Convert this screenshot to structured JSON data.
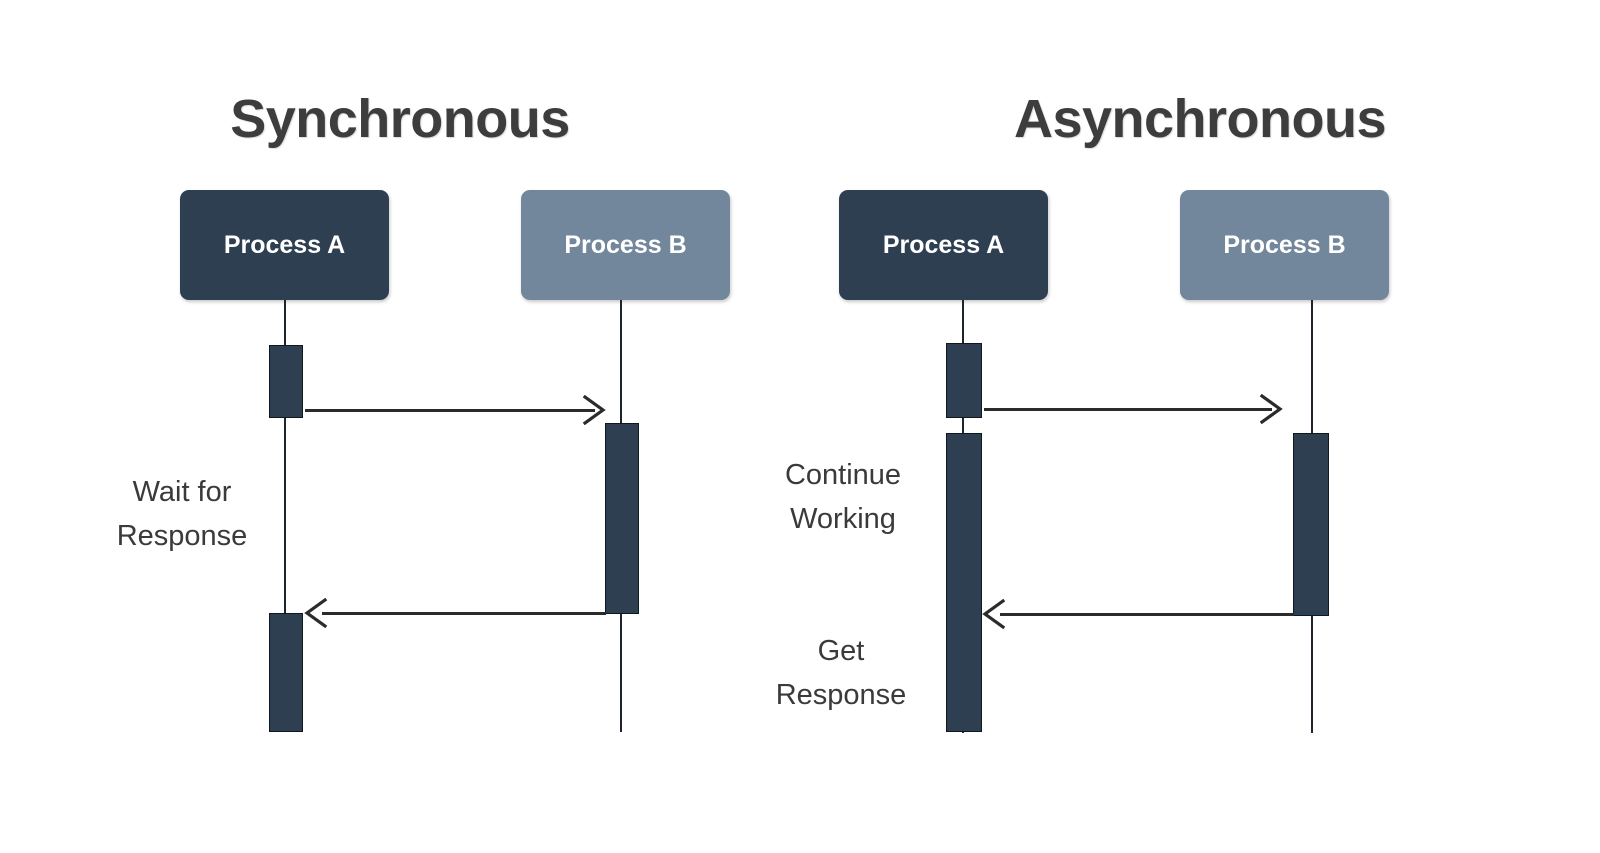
{
  "colors": {
    "background": "#ffffff",
    "title_text": "#3d3d3d",
    "actor_a_fill": "#2e3f52",
    "actor_b_fill": "#72879c",
    "actor_text": "#ffffff",
    "activation_fill": "#2e3f52",
    "activation_stroke": "#0f1720",
    "lifeline": "#1d2430",
    "arrow": "#2b2b2b",
    "note_text": "#3a3a3a"
  },
  "diagrams": [
    {
      "id": "synchronous",
      "title": "Synchronous",
      "actors": [
        {
          "id": "process-a",
          "label": "Process A",
          "variant": "dark"
        },
        {
          "id": "process-b",
          "label": "Process B",
          "variant": "light"
        }
      ],
      "notes": [
        {
          "id": "wait-for-response",
          "text": "Wait for\nResponse"
        }
      ],
      "messages": [
        {
          "id": "request",
          "from": "process-a",
          "to": "process-b",
          "direction": "right"
        },
        {
          "id": "response",
          "from": "process-b",
          "to": "process-a",
          "direction": "left"
        }
      ]
    },
    {
      "id": "asynchronous",
      "title": "Asynchronous",
      "actors": [
        {
          "id": "process-a",
          "label": "Process A",
          "variant": "dark"
        },
        {
          "id": "process-b",
          "label": "Process B",
          "variant": "light"
        }
      ],
      "notes": [
        {
          "id": "continue-working",
          "text": "Continue\nWorking"
        },
        {
          "id": "get-response",
          "text": "Get\nResponse"
        }
      ],
      "messages": [
        {
          "id": "request",
          "from": "process-a",
          "to": "process-b",
          "direction": "right"
        },
        {
          "id": "response",
          "from": "process-b",
          "to": "process-a",
          "direction": "left"
        }
      ]
    }
  ]
}
